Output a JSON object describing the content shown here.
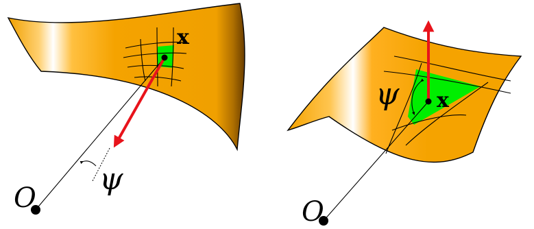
{
  "colors": {
    "surface_orange": "#F5A300",
    "surface_highlight": "#FFFFFF",
    "surface_shadow": "#7A4A00",
    "patch_green": "#00EE00",
    "arrow_red": "#E8131B",
    "line_black": "#000000"
  },
  "left_figure": {
    "point_label": "x",
    "angle_label": "ψ",
    "origin_label": "O"
  },
  "right_figure": {
    "point_label": "x",
    "angle_label": "ψ",
    "origin_label": "O"
  }
}
